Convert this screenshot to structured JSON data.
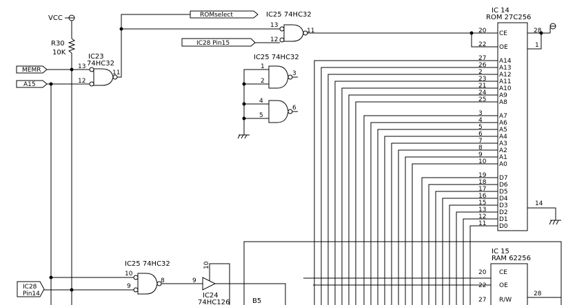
{
  "power": {
    "vcc_label": "VCC"
  },
  "resistor": {
    "ref": "R30",
    "value": "10K"
  },
  "ports": {
    "memr": "MEMR",
    "a15": "A15",
    "romselect": "ROMselect",
    "ic28_pin15": "IC28 Pin15",
    "ic28_pin14_line1": "IC28",
    "ic28_pin14_line2": "Pin14"
  },
  "gates": {
    "ic23": {
      "ref": "IC23",
      "type": "74HC32",
      "pin_in_a": "13",
      "pin_in_b": "12",
      "pin_out": "11"
    },
    "ic25_top": {
      "ref": "IC25",
      "type": "74HC32",
      "label": "IC25  74HC32",
      "pin_in_a": "13",
      "pin_in_b": "12",
      "pin_out": "11"
    },
    "ic25_mid": {
      "label": "IC25  74HC32",
      "g1_in_a": "1",
      "g1_in_b": "2",
      "g1_out": "3",
      "g2_in_a": "4",
      "g2_in_b": "5",
      "g2_out": "6"
    },
    "ic25_bottom": {
      "label": "IC25  74HC32",
      "pin_in_a": "10",
      "pin_in_b": "9",
      "pin_out": "8"
    },
    "ic24": {
      "ref": "IC24",
      "type": "74HC126",
      "pin_in": "9",
      "pin_en": "10"
    }
  },
  "rom": {
    "ref": "IC 14",
    "part": "ROM 27C256",
    "signals": [
      "CE",
      "OE",
      "A14",
      "A13",
      "A12",
      "A11",
      "A10",
      "A9",
      "A8",
      "A7",
      "A6",
      "A5",
      "A4",
      "A3",
      "A2",
      "A1",
      "A0",
      "D7",
      "D6",
      "D5",
      "D4",
      "D3",
      "D2",
      "D1",
      "D0"
    ],
    "pins": [
      "20",
      "22",
      "27",
      "26",
      "2",
      "23",
      "21",
      "24",
      "25",
      "3",
      "4",
      "5",
      "6",
      "7",
      "8",
      "9",
      "10",
      "19",
      "18",
      "17",
      "16",
      "15",
      "13",
      "12",
      "11"
    ],
    "pin_vcc": "28",
    "pin_vpp": "1",
    "pin_gnd": "14"
  },
  "ram": {
    "ref": "IC 15",
    "part": "RAM 62256",
    "signals": [
      "CE",
      "OE",
      "R/W"
    ],
    "pins": [
      "20",
      "22",
      "27"
    ],
    "pin_vcc": "28"
  },
  "bus_label": "B5"
}
